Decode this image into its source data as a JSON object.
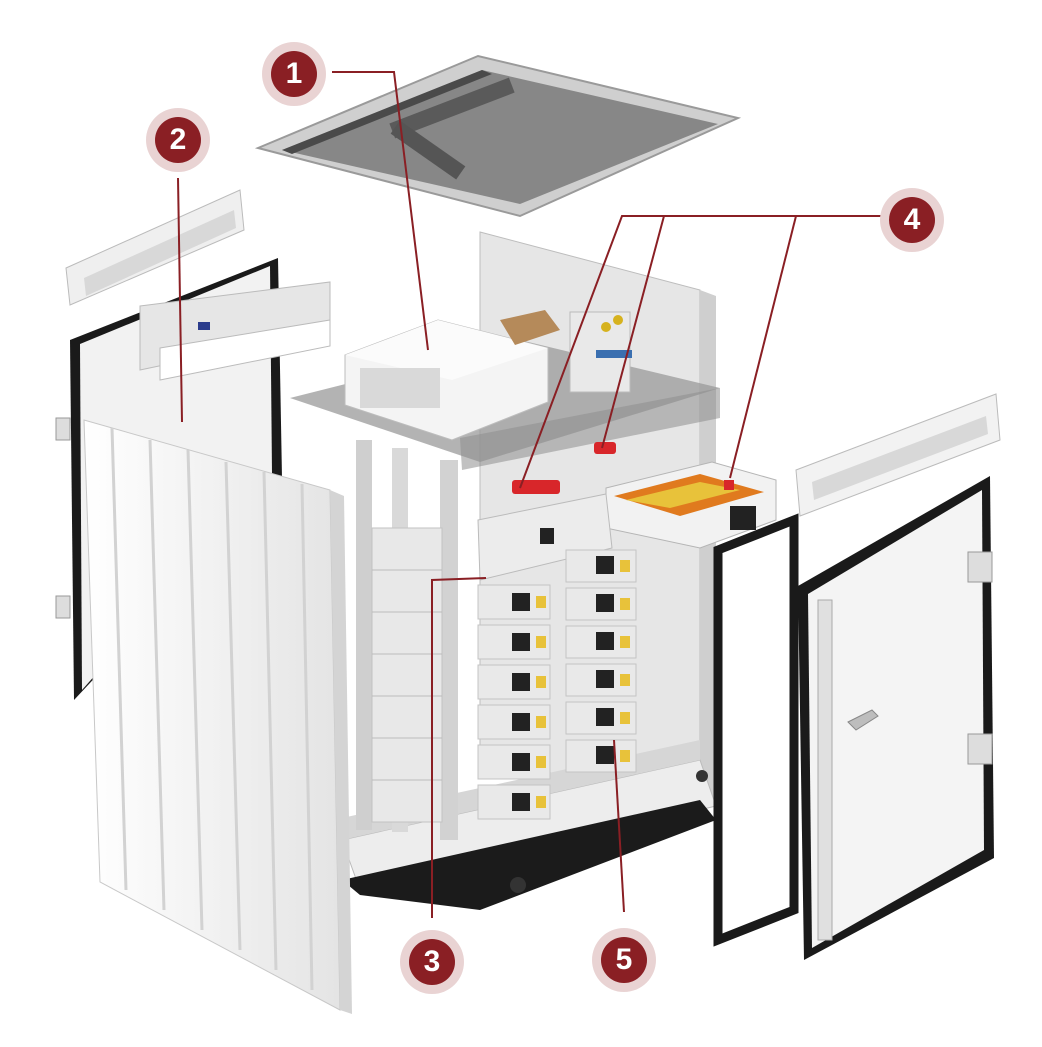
{
  "callouts": [
    {
      "id": "1",
      "label": "1"
    },
    {
      "id": "2",
      "label": "2"
    },
    {
      "id": "3",
      "label": "3"
    },
    {
      "id": "4",
      "label": "4"
    },
    {
      "id": "5",
      "label": "5"
    }
  ],
  "colors": {
    "badge": "#8a1f24",
    "badge_halo": "#e9d3d3",
    "leader_line": "#8a1f24",
    "panel": "#f2f2f2",
    "frame": "#1a1a1a",
    "accent_orange": "#e07a1e",
    "accent_yellow": "#e8c23a",
    "accent_red": "#d8262a"
  },
  "icons": [
    "fan-icon",
    "connector-icon",
    "handle-icon",
    "hinge-icon",
    "vent-icon"
  ]
}
